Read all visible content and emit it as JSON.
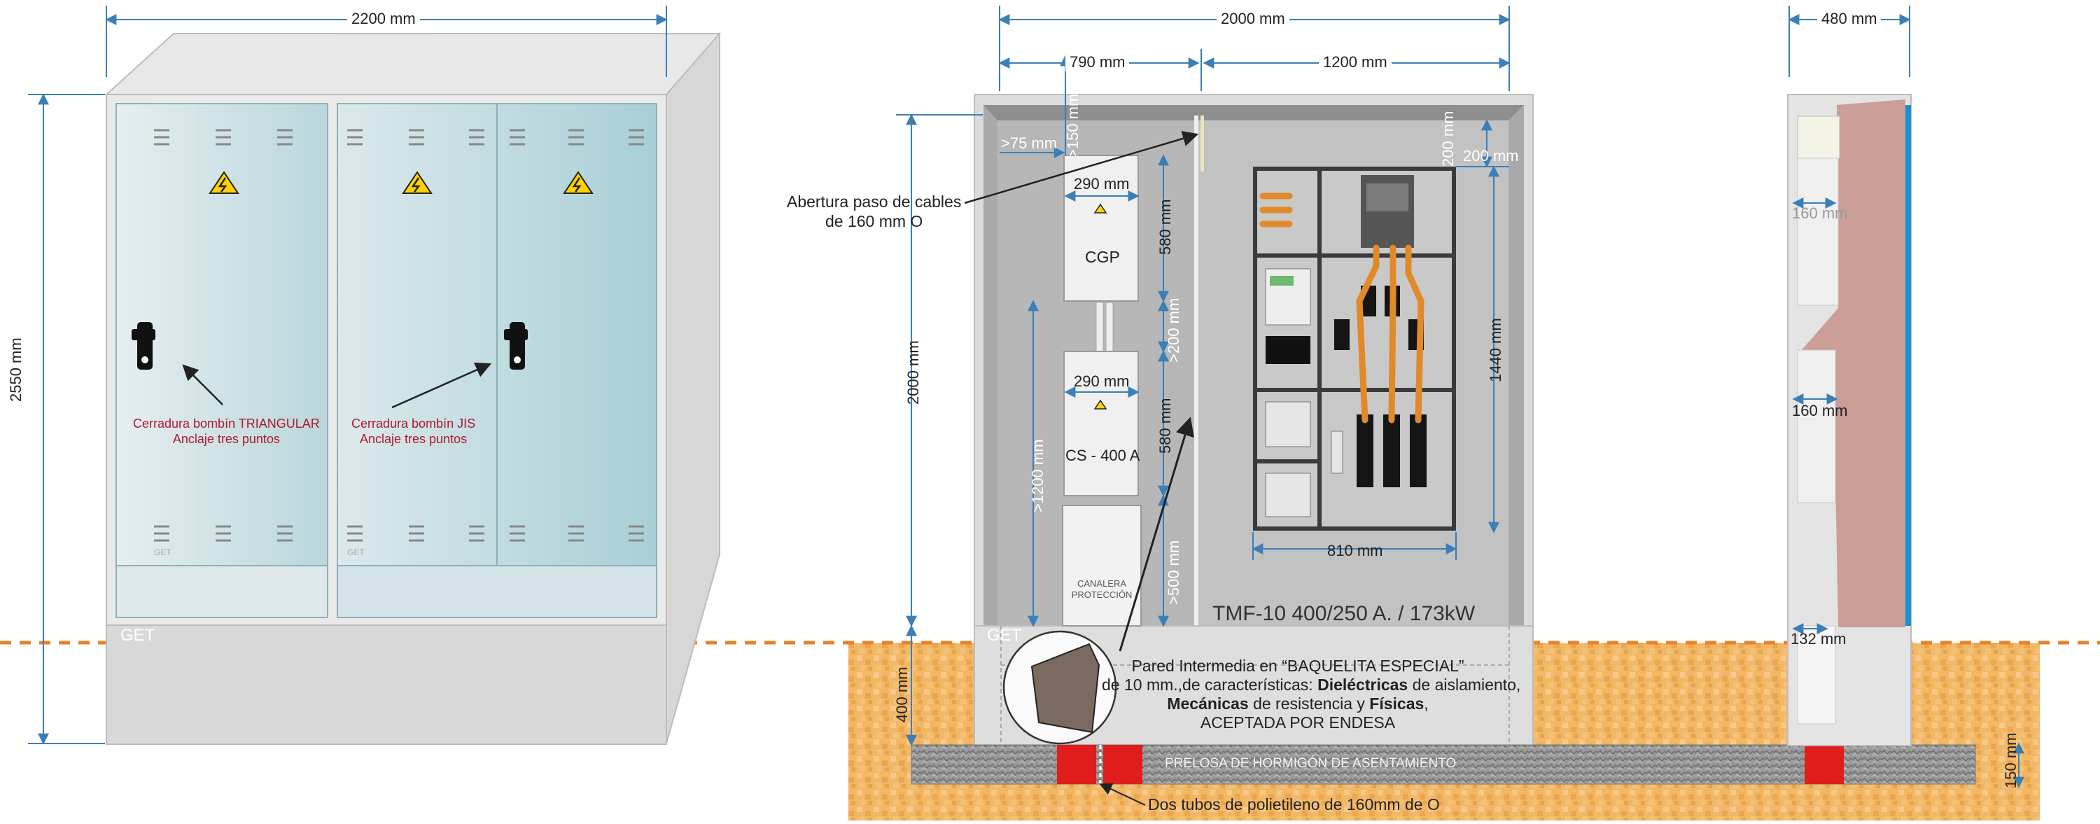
{
  "dimensions": {
    "front_width": "2200 mm",
    "front_height": "2550 mm",
    "mid_width": "2000 mm",
    "mid_left": "790 mm",
    "mid_right": "1200 mm",
    "side_width": "480 mm",
    "d75": ">75 mm",
    "d150": ">150 mm",
    "d290a": "290 mm",
    "d290b": "290 mm",
    "d580a": "580 mm",
    "d580b": "580 mm",
    "d200v": ">200 mm",
    "d200t": "200 mm",
    "d200r": "200 mm",
    "d500": ">500 mm",
    "d1200": ">1200 mm",
    "d2000": "2000 mm",
    "d1440": "1440 mm",
    "d810": "810 mm",
    "d400": "400 mm",
    "d150b": "150 mm",
    "side160a": "160 mm",
    "side160b": "160 mm",
    "side132": "132 mm"
  },
  "labels": {
    "lock_triangular_1": "Cerradura bombín TRIANGULAR",
    "lock_triangular_2": "Anclaje tres puntos",
    "lock_jis_1": "Cerradura bombín JIS",
    "lock_jis_2": "Anclaje tres puntos",
    "cable_opening_1": "Abertura paso de cables",
    "cable_opening_2": "de 160 mm O",
    "cgp": "CGP",
    "cs": "CS - 400 A",
    "canalera_1": "CANALERA",
    "canalera_2": "PROTECCIÓN",
    "tmf": "TMF-10 400/250 A. / 173kW",
    "get_front": "GET",
    "get_mid": "GET",
    "get_small_1": "GET",
    "get_small_2": "GET",
    "wall_1": "Pared Intermedia en “BAQUELITA ESPECIAL”",
    "wall_2a": "de 10 mm.,de características: ",
    "wall_2b": "Dieléctricas",
    "wall_2c": " de aislamiento,",
    "wall_3a": "Mecánicas",
    "wall_3b": " de resistencia y ",
    "wall_3c": "Físicas",
    "wall_3d": ",",
    "wall_4": "ACEPTADA POR ENDESA",
    "slab": "PRELOSA DE HORMIGÓN DE ASENTAMIENTO",
    "tubes": "Dos tubos de polietileno de 160mm de O"
  },
  "colors": {
    "ground": "#f2b766",
    "dash": "#e8822a",
    "dim": "#3a7fb8",
    "tube": "#e11c1c",
    "copper": "#e08a2a",
    "side_fill": "#c9908a",
    "side_edge": "#1e8fd0"
  }
}
